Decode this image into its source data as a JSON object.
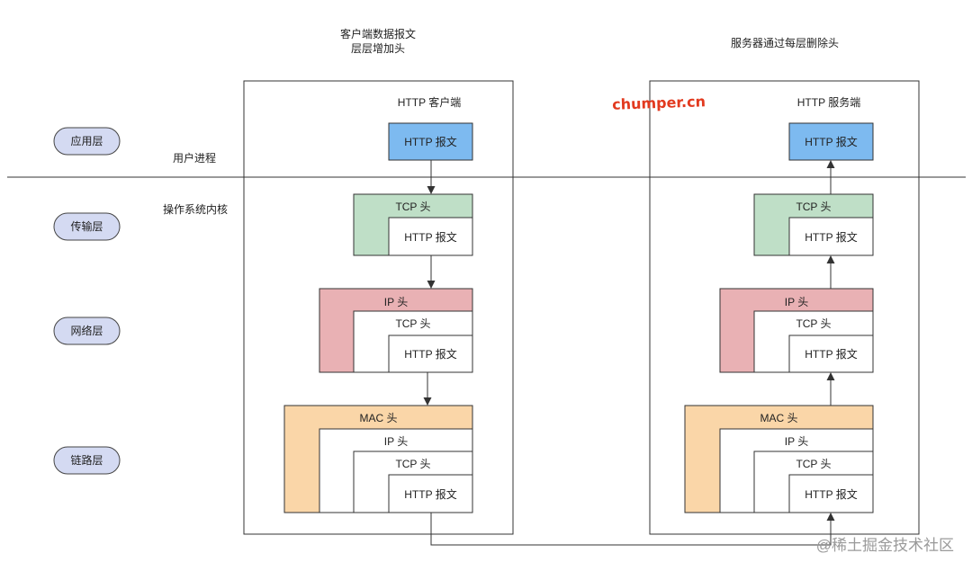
{
  "layers": {
    "app": "应用层",
    "transport": "传输层",
    "network": "网络层",
    "link": "链路层"
  },
  "zones": {
    "user_process": "用户进程",
    "kernel": "操作系统内核"
  },
  "client": {
    "caption_line1": "客户端数据报文",
    "caption_line2": "层层增加头",
    "title": "HTTP 客户端"
  },
  "server": {
    "caption": "服务器通过每层删除头",
    "title": "HTTP 服务端"
  },
  "packet": {
    "http": "HTTP 报文",
    "tcp": "TCP 头",
    "ip": "IP 头",
    "mac": "MAC 头"
  },
  "watermark": "chumper.cn",
  "footer": "@稀土掘金技术社区",
  "colors": {
    "http": "#7dbaf0",
    "tcp": "#bfdfc7",
    "ip": "#e9b1b4",
    "mac": "#fad6a8",
    "pill": "#d4daf2",
    "watermark": "#e23a1f"
  }
}
